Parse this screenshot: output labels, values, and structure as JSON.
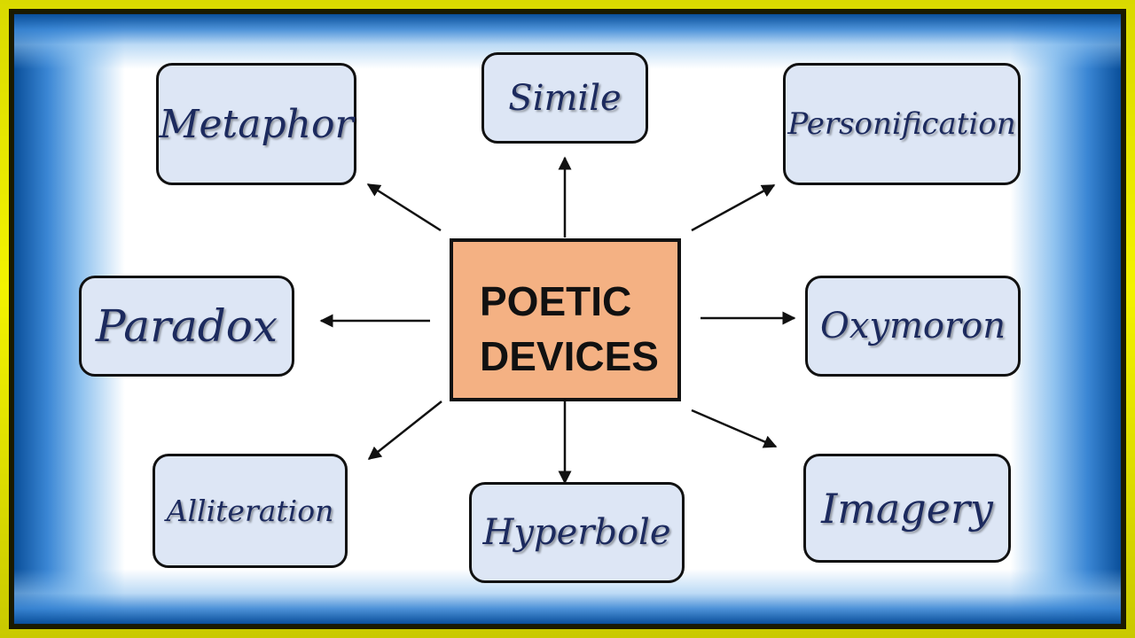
{
  "center": {
    "line1": "POETIC",
    "line2": "DEVICES"
  },
  "nodes": {
    "metaphor": "Metaphor",
    "simile": "Simile",
    "personification": "Personification",
    "paradox": "Paradox",
    "oxymoron": "Oxymoron",
    "alliteration": "Alliteration",
    "hyperbole": "Hyperbole",
    "imagery": "Imagery"
  },
  "colors": {
    "node_fill": "#dde6f5",
    "center_fill": "#f4b183",
    "text": "#1c2a5e",
    "frame_yellow": "#f3f300",
    "frame_blue": "#0a4f9a"
  }
}
